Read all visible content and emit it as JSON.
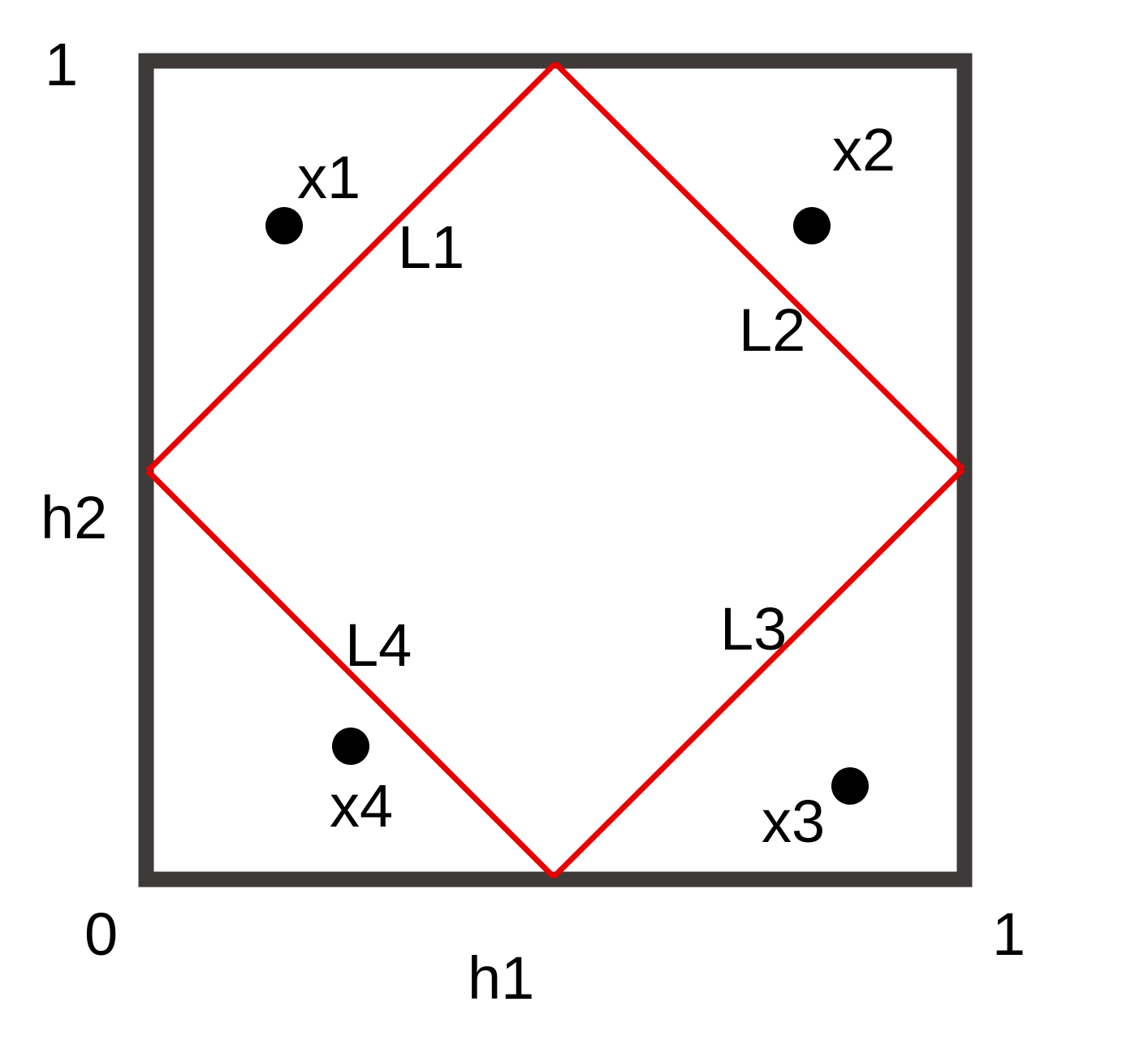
{
  "colors": {
    "frame": "#3d3a39",
    "lines": "#e60000",
    "points": "#000000",
    "text": "#000000"
  },
  "corner_labels": {
    "top_left": "1",
    "bottom_left": "0",
    "bottom_right": "1"
  },
  "axis_labels": {
    "vertical": "h2",
    "horizontal": "h1"
  },
  "lines": [
    {
      "label": "L1"
    },
    {
      "label": "L2"
    },
    {
      "label": "L3"
    },
    {
      "label": "L4"
    }
  ],
  "points": [
    {
      "label": "x1"
    },
    {
      "label": "x2"
    },
    {
      "label": "x3"
    },
    {
      "label": "x4"
    }
  ]
}
